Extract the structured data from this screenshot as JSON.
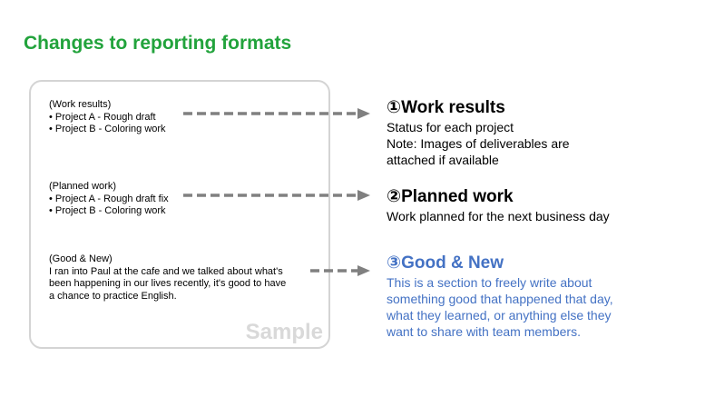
{
  "title": "Changes to reporting formats",
  "sample": {
    "watermark": "Sample",
    "blocks": [
      {
        "heading": "(Work results)",
        "lines": [
          "• Project A - Rough draft",
          "• Project B - Coloring work"
        ]
      },
      {
        "heading": "(Planned work)",
        "lines": [
          "• Project A - Rough draft fix",
          "• Project B - Coloring work"
        ]
      },
      {
        "heading": "(Good & New)",
        "lines": [
          "I ran into Paul at the cafe and we talked about what's",
          "been happening in our lives recently, it's good to have",
          "a chance to practice English."
        ]
      }
    ]
  },
  "sections": [
    {
      "heading": "①Work results",
      "lines": [
        "Status for each project",
        "Note: Images of deliverables are",
        "attached if available"
      ]
    },
    {
      "heading": "②Planned work",
      "lines": [
        "Work planned for the next business day"
      ]
    },
    {
      "heading": "③Good & New",
      "lines": [
        "This is a section to freely write about",
        "something good that happened that day,",
        "what they learned, or anything else they",
        "want to share with team members."
      ]
    }
  ],
  "colors": {
    "title": "#22a33c",
    "highlight": "#4472c4",
    "arrow": "#808080",
    "box_border": "#d4d4d4"
  }
}
